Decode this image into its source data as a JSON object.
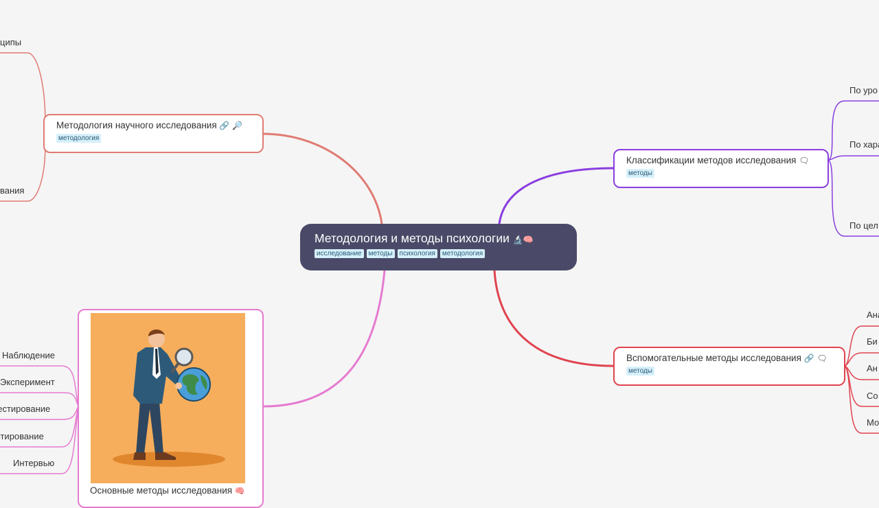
{
  "root": {
    "title": "Методология и методы психологии",
    "icons": "🔬🧠",
    "tags": [
      "исследование",
      "методы",
      "психология",
      "методология"
    ]
  },
  "branches": {
    "methodology": {
      "title": "Методология научного исследования",
      "icons": "🔗 🔎",
      "tag": "методология",
      "color": "#e07b73",
      "children": [
        "ципы",
        "вания"
      ]
    },
    "classifications": {
      "title": "Классификации методов исследования",
      "icons": "🗨",
      "tag": "методы",
      "color": "#8a3ee0",
      "children": [
        "По уро",
        "По хара",
        "По цел"
      ]
    },
    "auxiliary": {
      "title": "Вспомогательные методы исследования",
      "icons": "🔗 🗨",
      "tag": "методы",
      "color": "#e0434f",
      "children": [
        "Ана",
        "Би",
        "Ан",
        "Со",
        "Мо"
      ]
    },
    "basic": {
      "title": "Основные методы исследования",
      "icons": "🧠",
      "color": "#e67ad0",
      "image_caption": "",
      "children": [
        "Наблюдение",
        "Эксперимент",
        "Тестирование",
        "Анкетирование",
        "Интервью"
      ]
    }
  }
}
